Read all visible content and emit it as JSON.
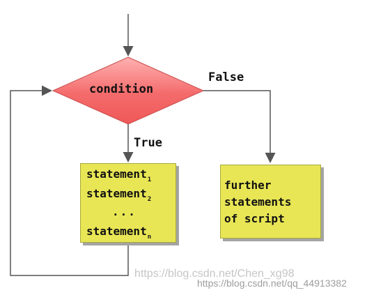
{
  "flowchart": {
    "condition": "condition",
    "false_label": "False",
    "true_label": "True",
    "loop_body": {
      "statement_1": "statement",
      "subscript_1": "1",
      "statement_2": "statement",
      "subscript_2": "2",
      "ellipsis": "...",
      "statement_n": "statement",
      "subscript_n": "n"
    },
    "exit_box": {
      "line_1": "further",
      "line_2": "statements",
      "line_3": "of script"
    }
  },
  "watermarks": {
    "primary": "https://blog.csdn.net/Chen_xg98",
    "secondary": "https://blog.csdn.net/qq_44913382"
  },
  "colors": {
    "diamond_fill": "#f46b6b",
    "box_fill": "#e8e655",
    "line": "#555555"
  }
}
